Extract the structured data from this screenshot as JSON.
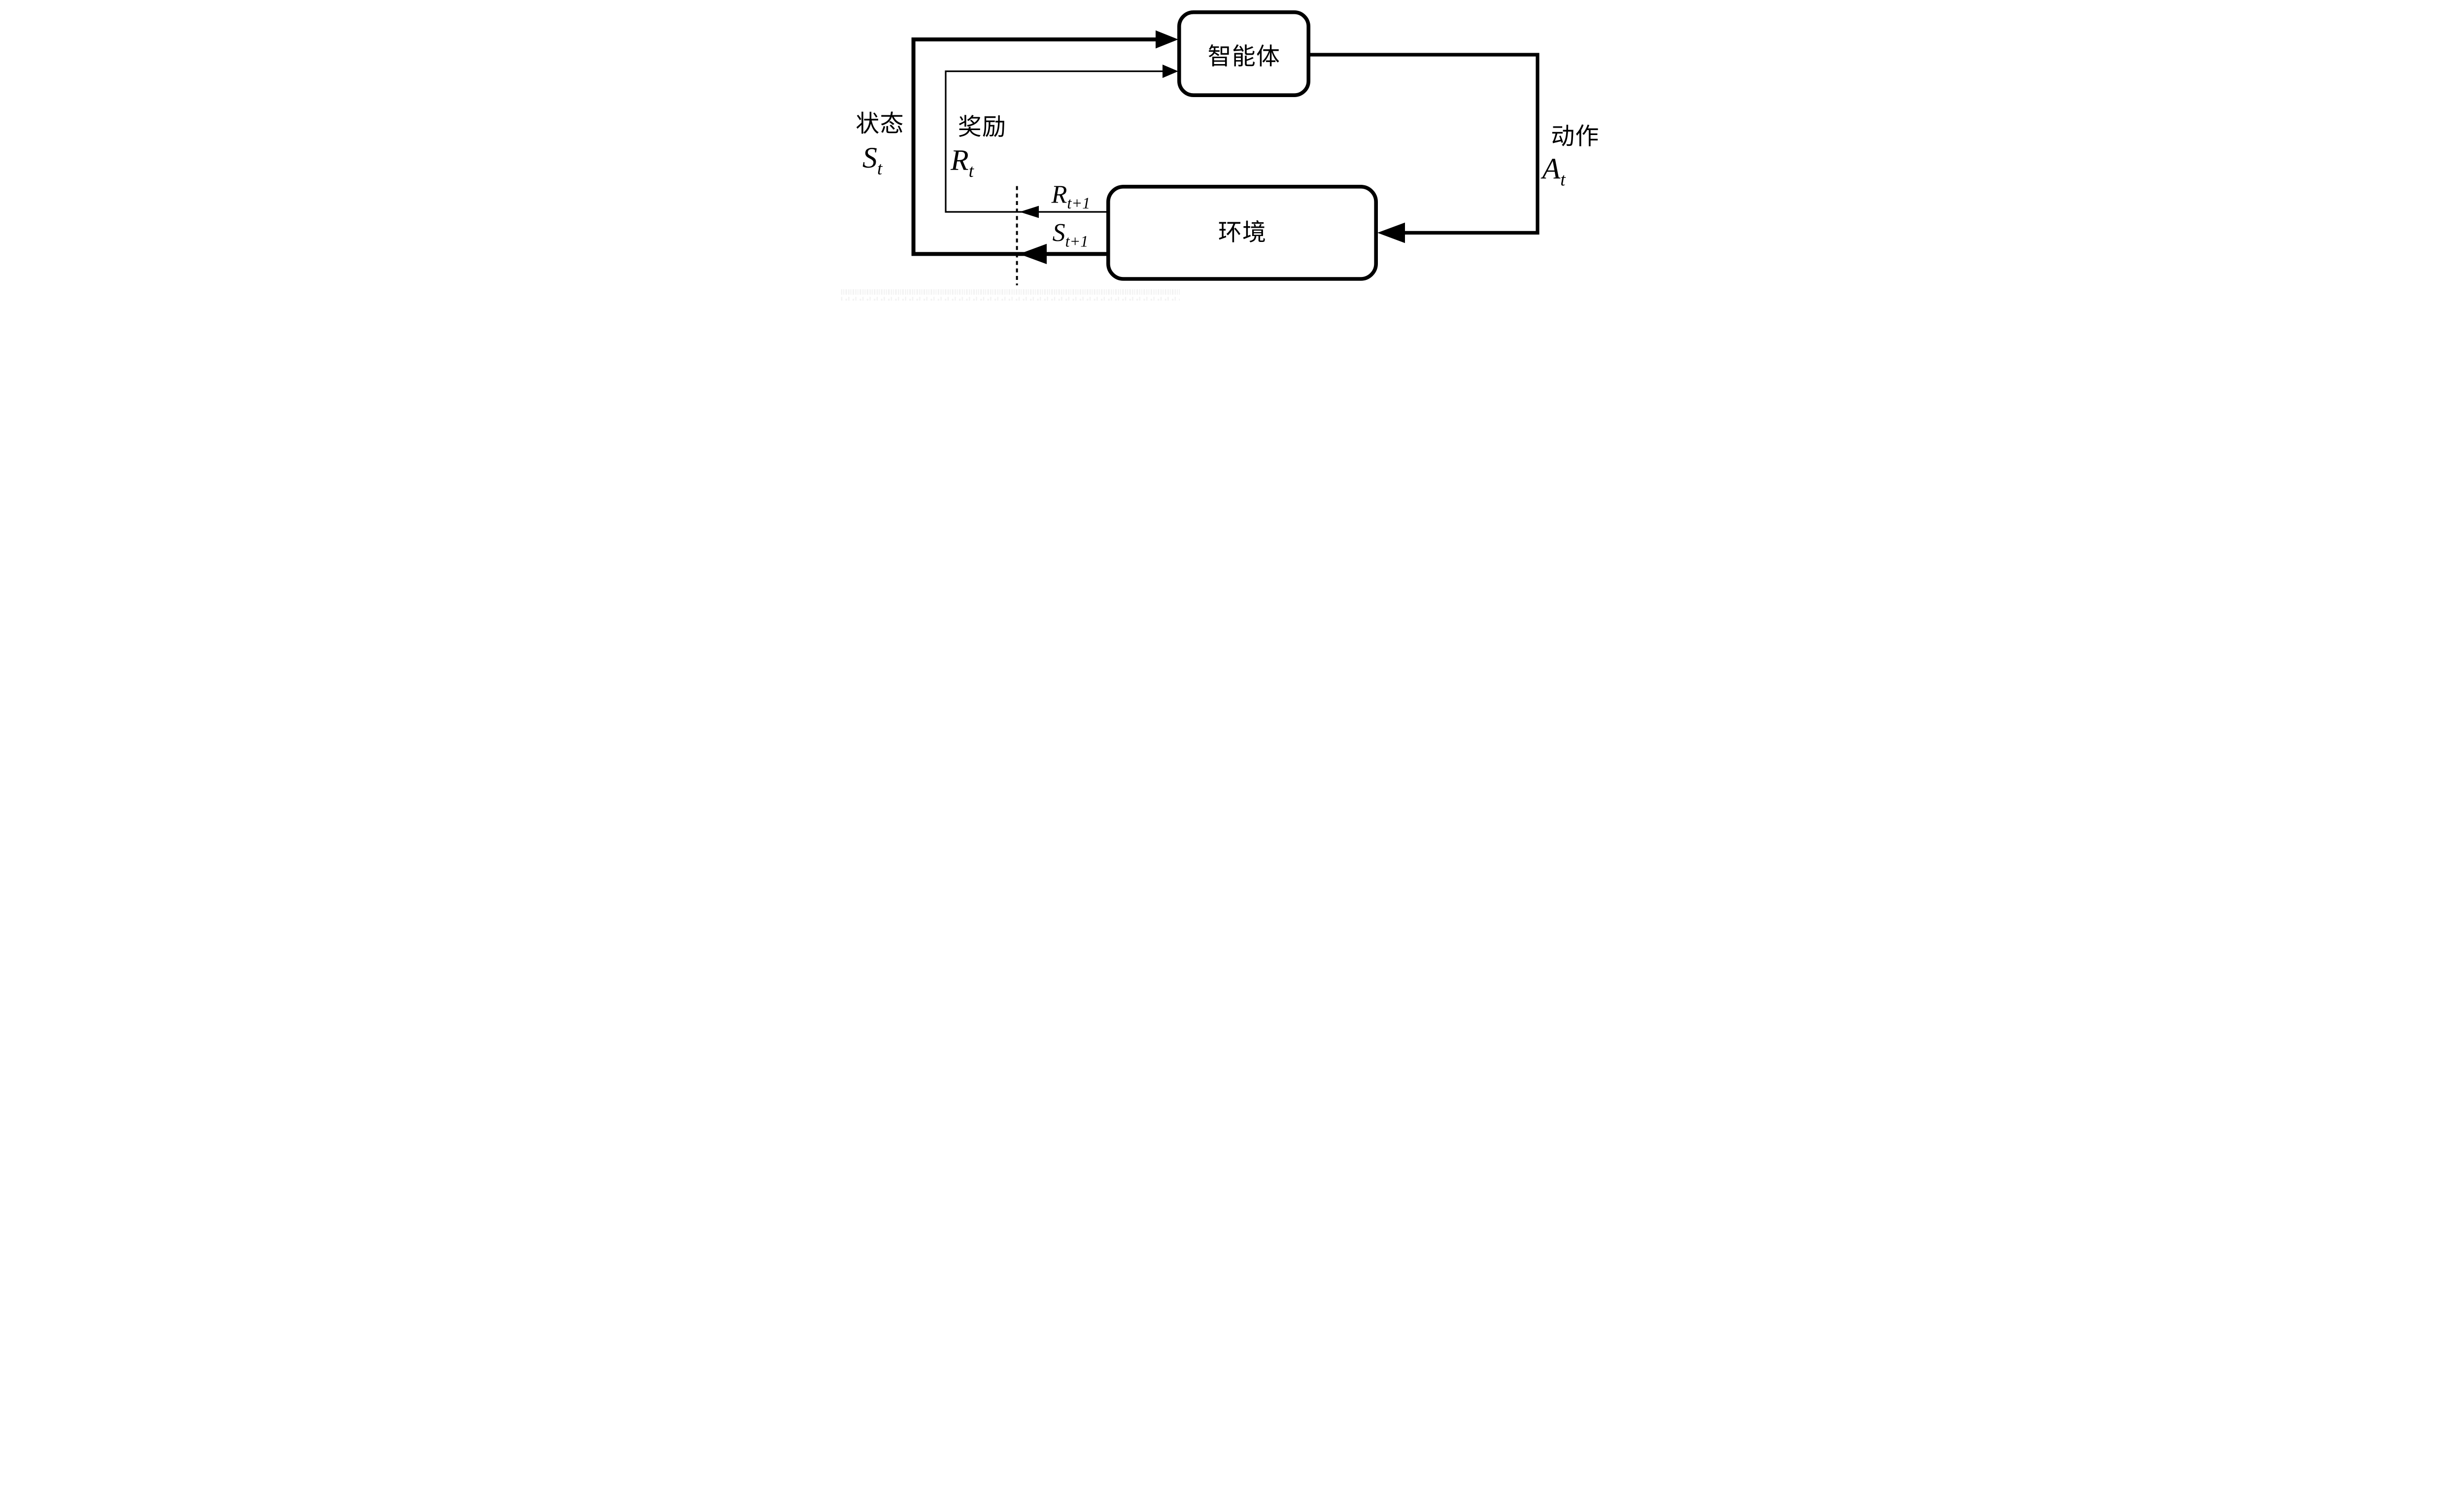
{
  "palette": {
    "line": "#000000",
    "background": "#ffffff",
    "box_fill": "#ffffff"
  },
  "boxes": {
    "agent": {
      "label": "智能体"
    },
    "environment": {
      "label": "环境"
    }
  },
  "labels": {
    "state": {
      "caption": "状态",
      "symbol": "S",
      "subscript": "t"
    },
    "reward": {
      "caption": "奖励",
      "symbol": "R",
      "subscript": "t"
    },
    "action": {
      "caption": "动作",
      "symbol": "A",
      "subscript": "t"
    },
    "next_reward": {
      "symbol": "R",
      "subscript": "t+1"
    },
    "next_state": {
      "symbol": "S",
      "subscript": "t+1"
    }
  }
}
